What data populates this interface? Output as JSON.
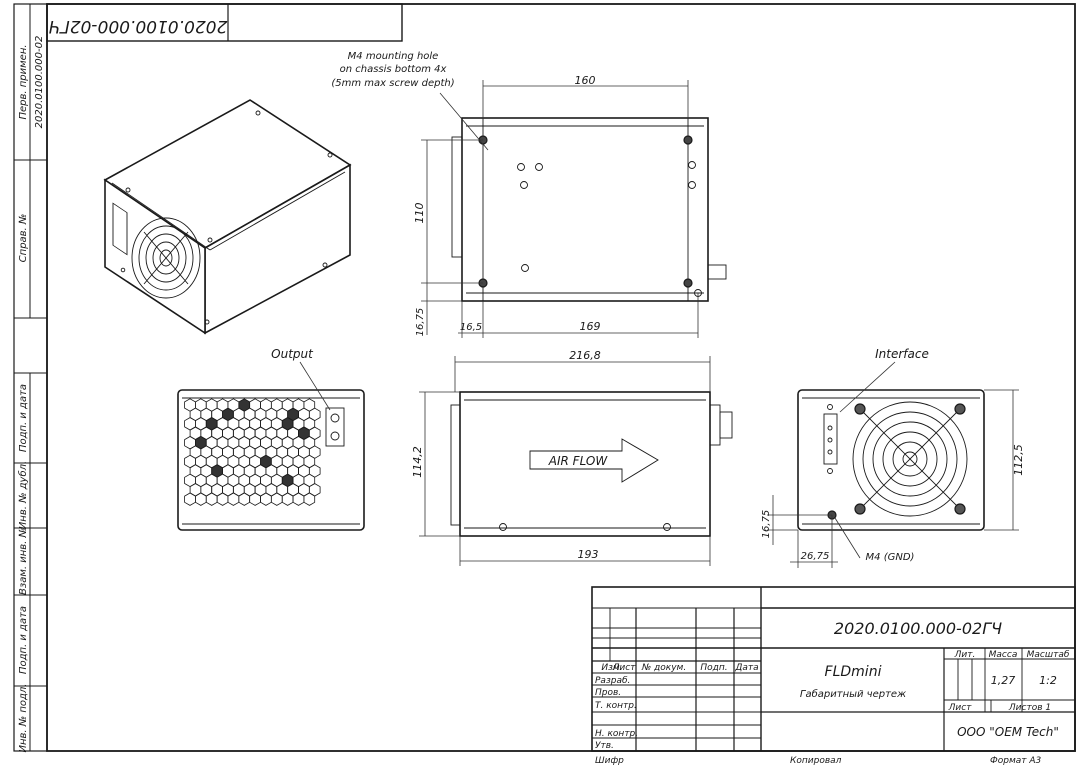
{
  "drawing": {
    "mirrored_code": "2020.0100.000-02ГЧ",
    "side_labels": [
      "Перв. примен.",
      "2020.0100.000-02",
      "Справ. №",
      "Подп. и дата",
      "Инв. № дубл.",
      "Взам. инв. №",
      "Подп. и дата",
      "Инв. № подл."
    ],
    "callouts": {
      "mount_line1": "M4  mounting hole",
      "mount_line2": "on chassis bottom 4x",
      "mount_line3": "(5mm max screw depth)",
      "output": "Output",
      "interface": "Interface",
      "gnd": "M4 (GND)",
      "airflow": "AIR FLOW"
    },
    "dimensions": {
      "top_width": "160",
      "top_height": "110",
      "top_offset_v": "16,75",
      "top_offset_h": "16,5",
      "top_length": "169",
      "side_overall": "216,8",
      "side_height": "114,2",
      "side_length": "193",
      "end_height": "112,5",
      "gnd_v": "16,75",
      "gnd_h": "26,75"
    }
  },
  "title_block": {
    "code": "2020.0100.000-02ГЧ",
    "name": "FLDmini",
    "subtitle": "Габаритный чертеж",
    "headers": {
      "izm": "Изм.",
      "list": "Лист",
      "doc": "№ докум.",
      "podp": "Подп.",
      "data": "Дата"
    },
    "rows": [
      "Разраб.",
      "Пров.",
      "Т. контр.",
      "Н. контр.",
      "Утв."
    ],
    "lit_label": "Лит.",
    "mass_label": "Масса",
    "scale_label": "Масштаб",
    "mass": "1,27",
    "scale": "1:2",
    "sheet_label": "Лист",
    "sheets_label": "Листов 1",
    "org": "ООО \"OEM Tech\"",
    "cipher": "Шифр",
    "copied": "Копировал",
    "format": "Формат А3"
  }
}
